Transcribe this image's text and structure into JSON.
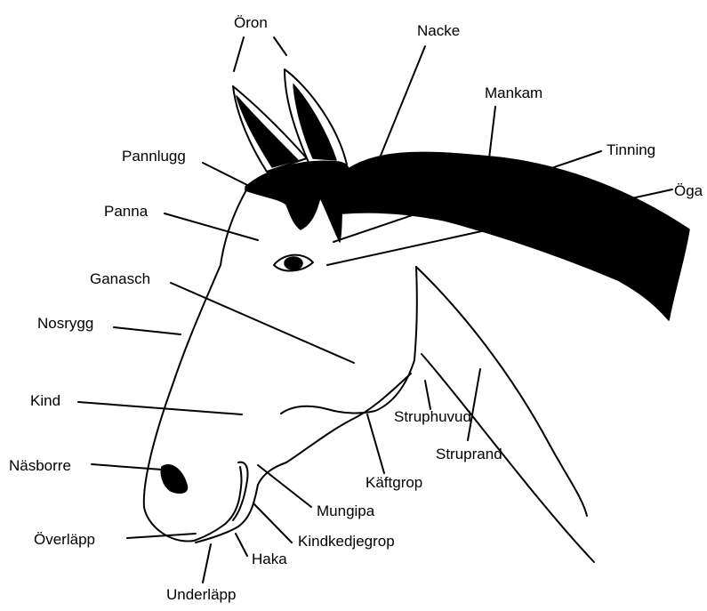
{
  "colors": {
    "ink": "#000000",
    "background": "#ffffff"
  },
  "labels": {
    "oron": "Öron",
    "nacke": "Nacke",
    "mankam": "Mankam",
    "pannlugg": "Pannlugg",
    "tinning": "Tinning",
    "oga": "Öga",
    "panna": "Panna",
    "ganasch": "Ganasch",
    "nosrygg": "Nosrygg",
    "kind": "Kind",
    "struphuvud": "Struphuvud",
    "struprand": "Struprand",
    "nasborre": "Näsborre",
    "kaftgrop": "Käftgrop",
    "mungipa": "Mungipa",
    "kindkedjegrop": "Kindkedjegrop",
    "overlapp": "Överläpp",
    "haka": "Haka",
    "underlapp": "Underläpp"
  }
}
